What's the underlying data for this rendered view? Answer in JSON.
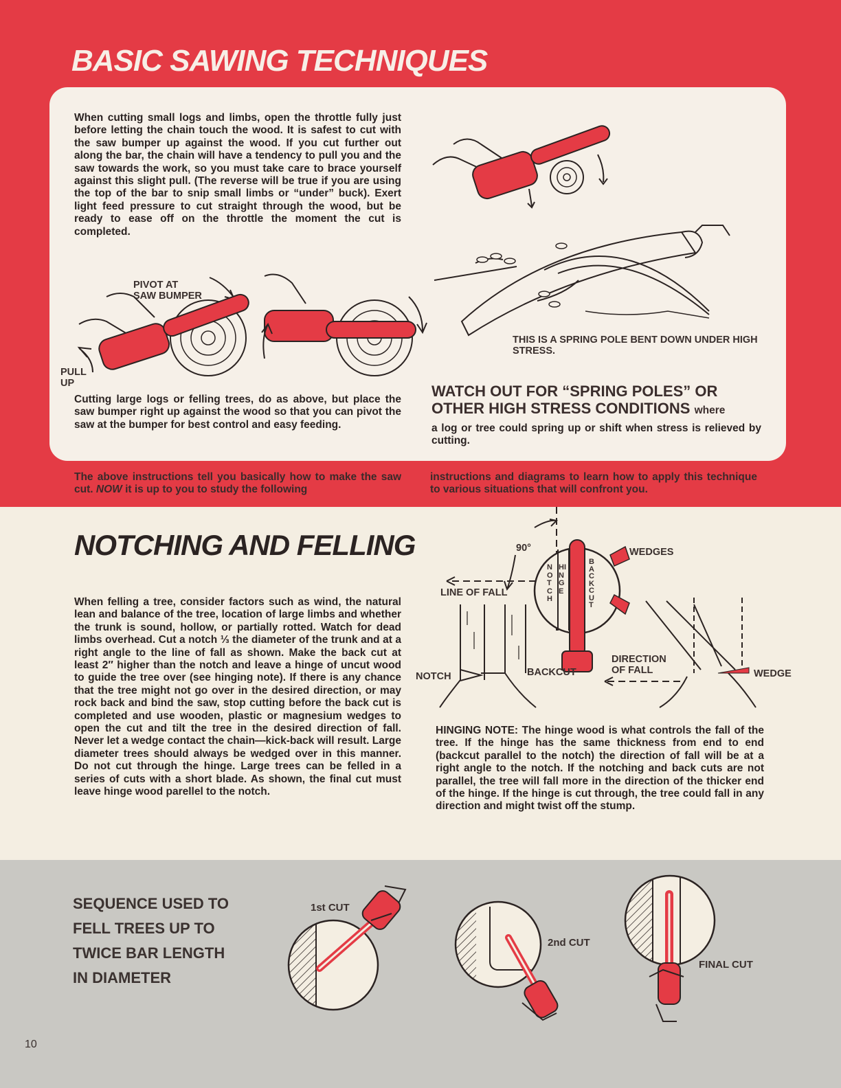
{
  "section1": {
    "title": "BASIC SAWING TECHNIQUES",
    "para1": "When cutting small logs and limbs, open the throttle fully just before letting the chain touch the wood. It is safest to cut with the saw bumper up against the wood. If you cut further out along the bar, the chain will have a tendency to pull you and the saw towards the work, so you must take care to brace yourself against this slight pull. (The reverse will be true if you are using the top of the bar to snip small limbs or “under” buck). Exert light feed pressure to cut straight through the wood, but be ready to ease off on the throttle the moment the cut is completed.",
    "label_pivot_line1": "PIVOT AT",
    "label_pivot_line2": "SAW BUMPER",
    "label_pull_line1": "PULL",
    "label_pull_line2": "UP",
    "para2": "Cutting large logs or felling trees, do as above, but place the saw bumper right up against the wood so that you can pivot the saw at the bumper for best control and easy feeding.",
    "spring_caption": "THIS IS A SPRING POLE BENT DOWN UNDER HIGH STRESS.",
    "warning_heading": "WATCH OUT FOR “SPRING POLES” OR OTHER HIGH STRESS CONDITIONS",
    "warning_lead": "where",
    "warning_body": "a log or tree could spring up or shift when stress is relieved by cutting.",
    "cont_left_1": "The above instructions tell you basically how to make the saw cut.",
    "cont_left_now": "NOW",
    "cont_left_2": "it is up to you to study the following",
    "cont_right": "instructions and diagrams to learn how to apply this technique to various situations that will confront you."
  },
  "section2": {
    "title": "NOTCHING AND FELLING",
    "para": "When felling a tree, consider factors such as wind, the natural lean and balance of the tree, location of large limbs and whether the trunk is sound, hollow, or partially rotted. Watch for dead limbs overhead. Cut a notch ⅓ the diameter of the trunk and at a right angle to the line of fall as shown. Make the back cut at least 2″ higher than the notch and leave a hinge of uncut wood to guide the tree over (see hinging note). If there is any chance that the tree might not go over in the desired direction, or may rock back and bind the saw, stop cutting before the back cut is completed and use wooden, plastic or magnesium wedges to open the cut and tilt the tree in the desired direction of fall. Never let a wedge contact the chain—kick-back will result. Large diameter trees should always be wedged over in this manner. Do not cut through the hinge. Large trees can be felled in a series of cuts with a short blade. As shown, the final cut must leave hinge wood parellel to the notch.",
    "hinging_note": "HINGING NOTE: The hinge wood is what controls the fall of the tree. If the hinge has the same thickness from end to end (backcut parallel to the notch) the direction of fall will be at a right angle to the notch. If the notching and back cuts are not parallel, the tree will fall more in the direction of the thicker end of the hinge. If the hinge is cut through, the tree could fall in any direction and might twist off the stump.",
    "diagram": {
      "angle": "90°",
      "wedges": "WEDGES",
      "line_of_fall": "LINE OF FALL",
      "notch_v": "NOTCH",
      "hinge_v": "HINGE",
      "backcut_v": "BACKCUT",
      "notch": "NOTCH",
      "backcut": "BACKCUT",
      "direction_line1": "DIRECTION",
      "direction_line2": "OF FALL",
      "wedge": "WEDGE"
    }
  },
  "section3": {
    "heading_lines": [
      "SEQUENCE USED TO",
      "FELL TREES UP TO",
      "TWICE BAR LENGTH",
      "IN DIAMETER"
    ],
    "cut1": "1st CUT",
    "cut2": "2nd CUT",
    "cut3": "FINAL CUT"
  },
  "page_number": "10",
  "colors": {
    "red": "#e43b45",
    "cream": "#f4eee2",
    "gray": "#c9c8c3",
    "ink": "#2b2322"
  }
}
